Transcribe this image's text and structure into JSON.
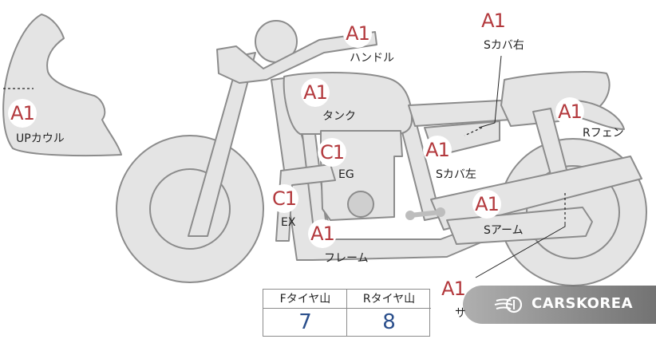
{
  "parts": [
    {
      "key": "upcowl",
      "grade": "A1",
      "label": "UPカウル"
    },
    {
      "key": "handle",
      "grade": "A1",
      "label": "ハンドル"
    },
    {
      "key": "tank",
      "grade": "A1",
      "label": "タンク"
    },
    {
      "key": "s_cover_r",
      "grade": "A1",
      "label": "Sカバ右"
    },
    {
      "key": "r_fender",
      "grade": "A1",
      "label": "Rフェン"
    },
    {
      "key": "engine",
      "grade": "C1",
      "label": "EG"
    },
    {
      "key": "s_cover_l",
      "grade": "A1",
      "label": "Sカバ左"
    },
    {
      "key": "exhaust",
      "grade": "C1",
      "label": "EX"
    },
    {
      "key": "swingarm",
      "grade": "A1",
      "label": "Sアーム"
    },
    {
      "key": "frame",
      "grade": "A1",
      "label": "フレーム"
    },
    {
      "key": "muffler",
      "grade": "A1",
      "label": "サ"
    }
  ],
  "tread": {
    "front_label": "Fタイヤ山",
    "rear_label": "Rタイヤ山",
    "front_value": "7",
    "rear_value": "8"
  },
  "watermark": {
    "text": "CARSKOREA",
    "icon": "carskorea-logo-icon"
  },
  "colors": {
    "grade": "#b3393d",
    "tread_value": "#2b4f8c",
    "part_fill": "#e4e4e4",
    "part_stroke": "#8c8c8c"
  }
}
